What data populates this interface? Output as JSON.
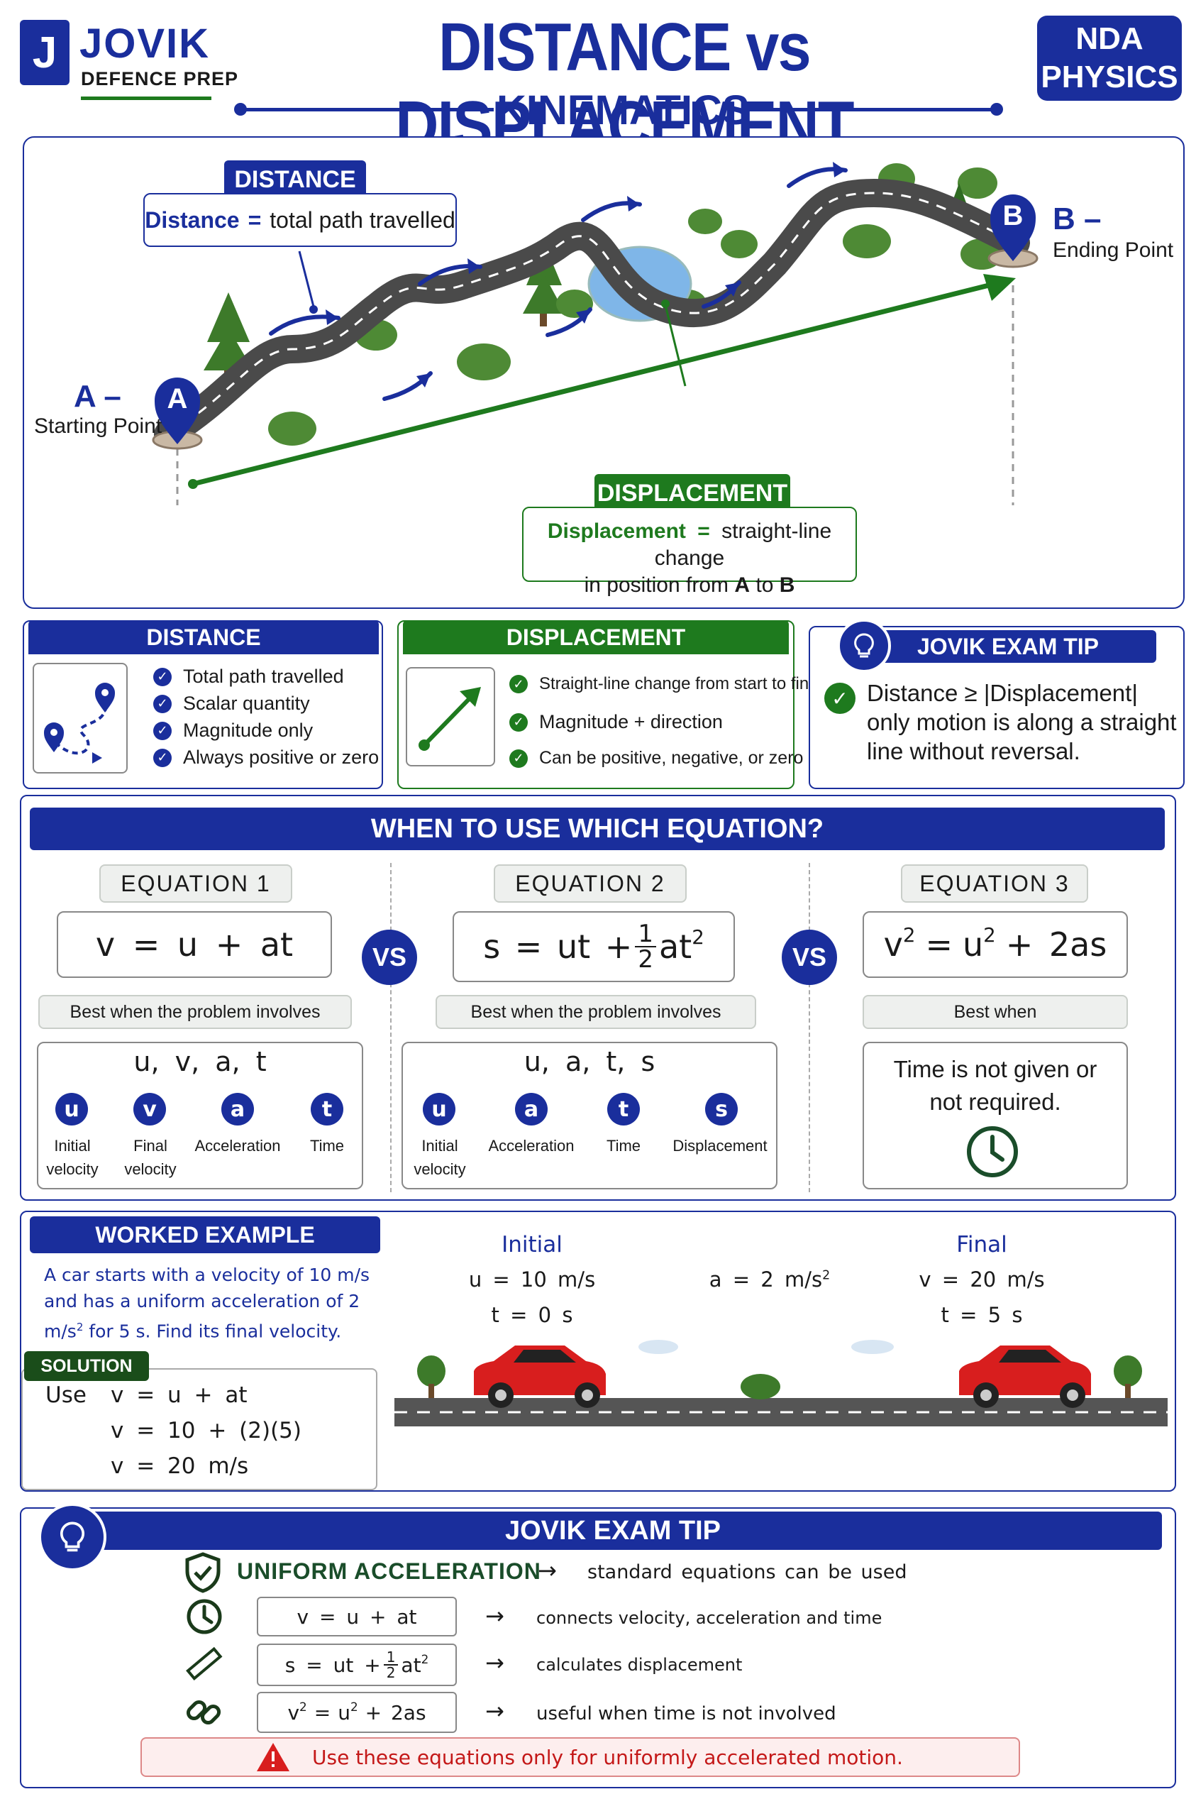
{
  "header": {
    "logo_letter": "J",
    "brand": "JOVIK",
    "brand_sub": "DEFENCE PREP",
    "title": "DISTANCE vs DISPLACEMENT",
    "subtitle": "KINEMATICS",
    "badge_line1": "NDA",
    "badge_line2": "PHYSICS"
  },
  "diagram": {
    "distance_tag": "DISTANCE",
    "distance_word": "Distance",
    "distance_eq": "=",
    "distance_def": "total path travelled",
    "displacement_tag": "DISPLACEMENT",
    "displacement_word": "Displacement",
    "displacement_eq": "=",
    "displacement_def": "straight-line change",
    "displacement_def2": "in position from",
    "displacement_a": "A",
    "displacement_to": "to",
    "displacement_b": "B",
    "point_a_letter": "A",
    "point_a_label": "A –",
    "point_a_desc": "Starting Point",
    "point_b_letter": "B",
    "point_b_label": "B –",
    "point_b_desc": "Ending Point",
    "colors": {
      "navy": "#1a2e9c",
      "green": "#1e7a1e",
      "road": "#4a4a4a"
    }
  },
  "comparison": {
    "distance": {
      "title": "DISTANCE",
      "items": [
        "Total path travelled",
        "Scalar quantity",
        "Magnitude only",
        "Always positive or zero"
      ]
    },
    "displacement": {
      "title": "DISPLACEMENT",
      "items": [
        "Straight-line change from start to finish",
        "Magnitude + direction",
        "Can be positive, negative, or zero"
      ]
    },
    "tip": {
      "title": "JOVIK EXAM TIP",
      "text": "Distance ≥ |Displacement| only motion is along a straight line without reversal."
    }
  },
  "equations": {
    "title": "WHEN TO USE WHICH EQUATION?",
    "vs": "VS",
    "eq1": {
      "label": "EQUATION 1",
      "formula": "v = u + at",
      "best": "Best when the problem involves",
      "vars": "u, v, a, t",
      "symbols": [
        "u",
        "v",
        "a",
        "t"
      ],
      "names": [
        "Initial velocity",
        "Final velocity",
        "Acceleration",
        "Time"
      ]
    },
    "eq2": {
      "label": "EQUATION 2",
      "formula_a": "s = ut +",
      "frac_n": "1",
      "frac_d": "2",
      "formula_b": "at",
      "sup": "2",
      "best": "Best when the problem involves",
      "vars": "u, a, t, s",
      "symbols": [
        "u",
        "a",
        "t",
        "s"
      ],
      "names": [
        "Initial velocity",
        "Acceleration",
        "Time",
        "Displacement"
      ]
    },
    "eq3": {
      "label": "EQUATION 3",
      "v": "v",
      "eq": "=",
      "u": "u",
      "rest": "+ 2as",
      "sup": "2",
      "best": "Best when",
      "text": "Time is not given or not required."
    }
  },
  "worked": {
    "title": "WORKED EXAMPLE",
    "problem_a": "A car starts with a velocity of 10 m/s and has a uniform acceleration of 2 m/s",
    "problem_sup": "2",
    "problem_b": " for 5 s. Find its final velocity.",
    "solution_tag": "SOLUTION",
    "use": "Use",
    "step1": "v = u + at",
    "step2": "v = 10 + (2)(5)",
    "step3": "v = 20 m/s",
    "initial_label": "Initial",
    "initial_u": "u = 10 m/s",
    "initial_t": "t = 0 s",
    "accel": "a = 2 m/s",
    "accel_sup": "2",
    "final_label": "Final",
    "final_v": "v = 20 m/s",
    "final_t": "t = 5 s"
  },
  "footer_tip": {
    "title": "JOVIK EXAM TIP",
    "row1_key": "UNIFORM ACCELERATION",
    "row1_val": "standard equations can be used",
    "row2_eq": "v = u + at",
    "row2_val": "connects velocity, acceleration and time",
    "row3_a": "s = ut +",
    "row3_n": "1",
    "row3_d": "2",
    "row3_b": "at",
    "row3_sup": "2",
    "row3_val": "calculates displacement",
    "row4_v": "v",
    "row4_eq": "=",
    "row4_u": "u",
    "row4_rest": "+ 2as",
    "row4_sup": "2",
    "row4_val": "useful when time is not involved",
    "arrow": "→",
    "warning": "Use these equations only for uniformly accelerated motion."
  }
}
